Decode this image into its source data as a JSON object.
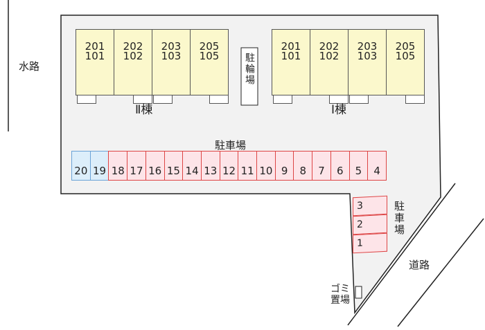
{
  "labels": {
    "water": "水路",
    "road": "道路",
    "bike_parking": "駐輪場",
    "parking_main": "駐車場",
    "parking_side": "駐車場",
    "garbage": "ゴミ置場"
  },
  "buildings": [
    {
      "name": "Ⅱ棟",
      "units": [
        [
          "201",
          "101"
        ],
        [
          "202",
          "102"
        ],
        [
          "203",
          "103"
        ],
        [
          "205",
          "105"
        ]
      ]
    },
    {
      "name": "Ⅰ棟",
      "units": [
        [
          "201",
          "101"
        ],
        [
          "202",
          "102"
        ],
        [
          "203",
          "103"
        ],
        [
          "205",
          "105"
        ]
      ]
    }
  ],
  "parking_row": [
    "20",
    "19",
    "18",
    "17",
    "16",
    "15",
    "14",
    "13",
    "12",
    "11",
    "10",
    "9",
    "8",
    "7",
    "6",
    "5",
    "4"
  ],
  "parking_blue": [
    "20",
    "19"
  ],
  "parking_side": [
    "3",
    "2",
    "1"
  ],
  "colors": {
    "lot": "#f2f2f2",
    "building": "#fbf8cc",
    "parking": "#fde4e8",
    "parking_blue": "#dceefa"
  }
}
